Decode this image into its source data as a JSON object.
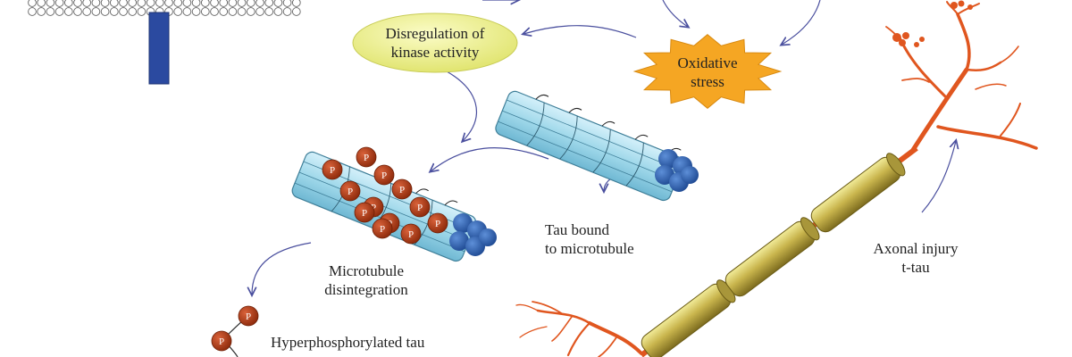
{
  "colors": {
    "ellipse_fill": "#eef08a",
    "star_fill": "#f5a623",
    "microtubule_fill": "#9fd8ea",
    "microtubule_stroke": "#3f7f99",
    "tubulin_end": "#2f63b4",
    "phospho_fill": "#b33a12",
    "neuron": "#e0561f",
    "myelin": "#b9a84a",
    "arrow": "#4a4f9e",
    "receptor": "#2b4aa0"
  },
  "labels": {
    "kinase": [
      "Disregulation of",
      "kinase activity"
    ],
    "oxidative": [
      "Oxidative",
      "stress"
    ],
    "tau_bound": [
      "Tau bound",
      "to microtubule"
    ],
    "microtubule_disintegration": [
      "Microtubule",
      "disintegration"
    ],
    "hyperphosphorylated": "Hyperphosphorylated tau",
    "axonal_injury": [
      "Axonal injury",
      "t-tau"
    ],
    "phospho_mark": "P"
  },
  "icons": {
    "membrane": "lipid-bilayer-icon",
    "receptor": "receptor-icon",
    "star": "star-burst-icon",
    "neuron": "neuron-icon"
  }
}
